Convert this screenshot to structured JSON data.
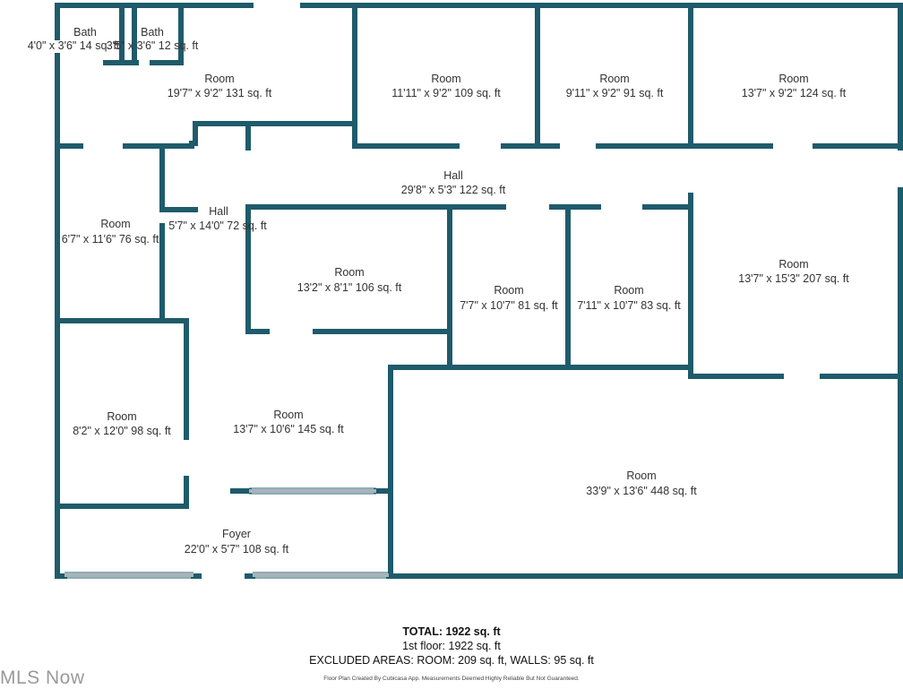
{
  "colors": {
    "wall": "#1e5b6b",
    "window": "#a9b4ba",
    "text": "#333333",
    "watermark": "#9a9a9a"
  },
  "rooms": [
    {
      "id": "bath-1",
      "name": "Bath",
      "dims": "4'0\" x 3'6\" 14 sq. ft"
    },
    {
      "id": "bath-2",
      "name": "Bath",
      "dims": "3'5\" x 3'6\" 12 sq. ft"
    },
    {
      "id": "room-nw",
      "name": "Room",
      "dims": "19'7\" x 9'2\" 131 sq. ft"
    },
    {
      "id": "room-n2",
      "name": "Room",
      "dims": "11'11\" x 9'2\" 109 sq. ft"
    },
    {
      "id": "room-n3",
      "name": "Room",
      "dims": "9'11\" x 9'2\" 91 sq. ft"
    },
    {
      "id": "room-ne",
      "name": "Room",
      "dims": "13'7\" x 9'2\" 124 sq. ft"
    },
    {
      "id": "hall-main",
      "name": "Hall",
      "dims": "29'8\" x 5'3\" 122 sq. ft"
    },
    {
      "id": "hall-side",
      "name": "Hall",
      "dims": "5'7\" x 14'0\" 72 sq. ft"
    },
    {
      "id": "room-w",
      "name": "Room",
      "dims": "6'7\" x 11'6\" 76 sq. ft"
    },
    {
      "id": "room-c1",
      "name": "Room",
      "dims": "13'2\" x 8'1\" 106 sq. ft"
    },
    {
      "id": "room-c2",
      "name": "Room",
      "dims": "7'7\" x 10'7\" 81 sq. ft"
    },
    {
      "id": "room-c3",
      "name": "Room",
      "dims": "7'11\" x 10'7\" 83 sq. ft"
    },
    {
      "id": "room-e",
      "name": "Room",
      "dims": "13'7\" x 15'3\" 207 sq. ft"
    },
    {
      "id": "room-sw",
      "name": "Room",
      "dims": "8'2\" x 12'0\" 98 sq. ft"
    },
    {
      "id": "room-s",
      "name": "Room",
      "dims": "13'7\" x 10'6\" 145 sq. ft"
    },
    {
      "id": "room-large",
      "name": "Room",
      "dims": "33'9\" x 13'6\" 448 sq. ft"
    },
    {
      "id": "foyer",
      "name": "Foyer",
      "dims": "22'0\" x 5'7\" 108 sq. ft"
    }
  ],
  "summary": {
    "total_label": "TOTAL:",
    "total_value": "1922 sq. ft",
    "floor_line": "1st floor: 1922 sq. ft",
    "excluded_line": "EXCLUDED AREAS: ROOM: 209 sq. ft, WALLS: 95 sq. ft",
    "credit": "Floor Plan Created By Cubicasa App. Measurements Deemed Highly Reliable But Not Guaranteed."
  },
  "watermark": "MLS Now"
}
